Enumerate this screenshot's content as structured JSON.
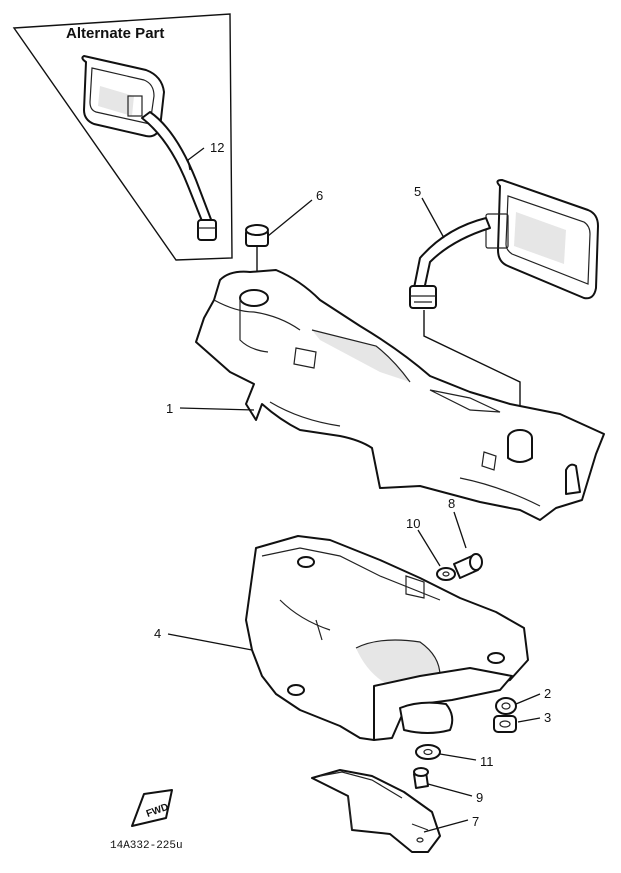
{
  "inset": {
    "title": "Alternate Part"
  },
  "callouts": [
    {
      "id": "p12",
      "label": "12"
    },
    {
      "id": "p6",
      "label": "6"
    },
    {
      "id": "p5",
      "label": "5"
    },
    {
      "id": "p1",
      "label": "1"
    },
    {
      "id": "p8",
      "label": "8"
    },
    {
      "id": "p10",
      "label": "10"
    },
    {
      "id": "p4",
      "label": "4"
    },
    {
      "id": "p2",
      "label": "2"
    },
    {
      "id": "p3",
      "label": "3"
    },
    {
      "id": "p11",
      "label": "11"
    },
    {
      "id": "p9",
      "label": "9"
    },
    {
      "id": "p7",
      "label": "7"
    }
  ],
  "arrow_label": "FWD",
  "drawing_code": "14A332-225u"
}
